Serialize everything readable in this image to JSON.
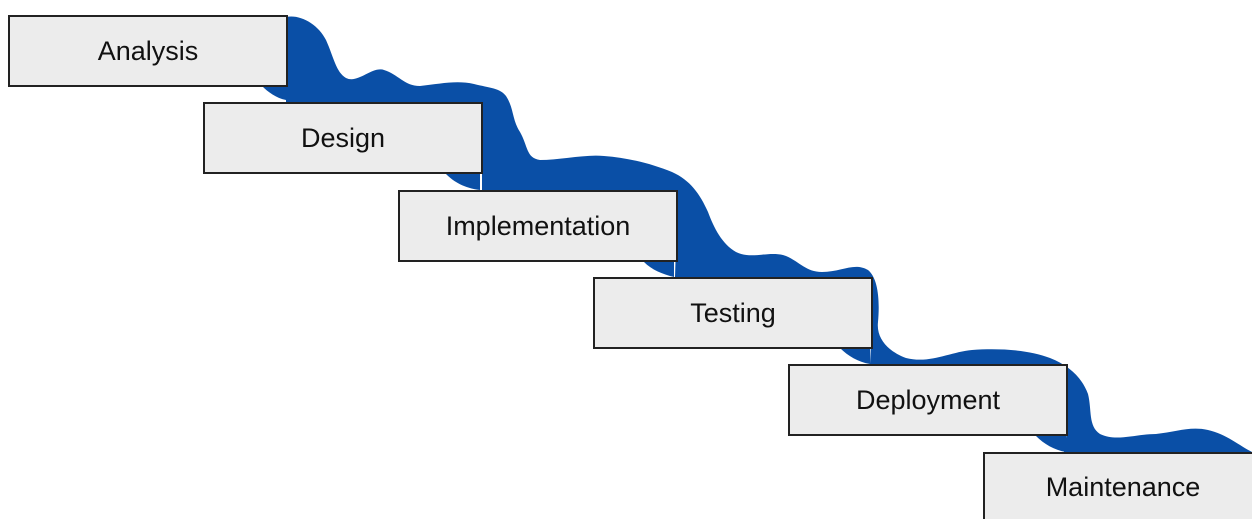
{
  "diagram": {
    "flow_color": "#0a4fa6",
    "box_fill": "#ececec",
    "box_border": "#222222",
    "stages": [
      {
        "label": "Analysis"
      },
      {
        "label": "Design"
      },
      {
        "label": "Implementation"
      },
      {
        "label": "Testing"
      },
      {
        "label": "Deployment"
      },
      {
        "label": "Maintenance"
      }
    ]
  }
}
